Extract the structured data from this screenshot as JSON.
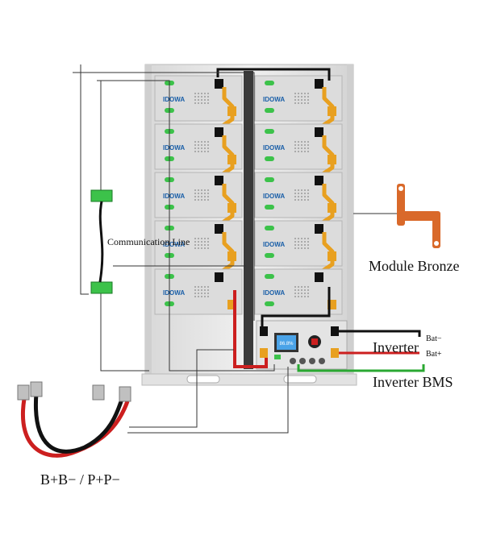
{
  "labels": {
    "communication_line": "Communication Line",
    "module_bronze": "Module Bronze",
    "inverter": "Inverter",
    "bat_minus": "Bat−",
    "bat_plus": "Bat+",
    "inverter_bms": "Inverter BMS",
    "cable_labels": "B+B− / P+P−"
  },
  "module_brand": "IDOWA",
  "display_reading": "86.8%",
  "colors": {
    "rack": "#e6e6e6",
    "module_face": "#dcdcdc",
    "positive_cable": "#cc1f1f",
    "negative_cable": "#111111",
    "bms_line": "#2aa832",
    "copper_busbar": "#e8a020",
    "terminal_green": "#3cc24a",
    "bronze": "#d9692a",
    "display": "#4aa3e8"
  },
  "icons": [
    "battery-module-icon",
    "copper-busbar-icon",
    "communication-connector-icon",
    "power-cable-icon",
    "control-panel-icon",
    "power-switch-icon"
  ],
  "modules": {
    "left_column": [
      "module-1",
      "module-2",
      "module-3",
      "module-4",
      "module-5"
    ],
    "right_column": [
      "module-6",
      "module-7",
      "module-8",
      "module-9",
      "module-10"
    ]
  }
}
